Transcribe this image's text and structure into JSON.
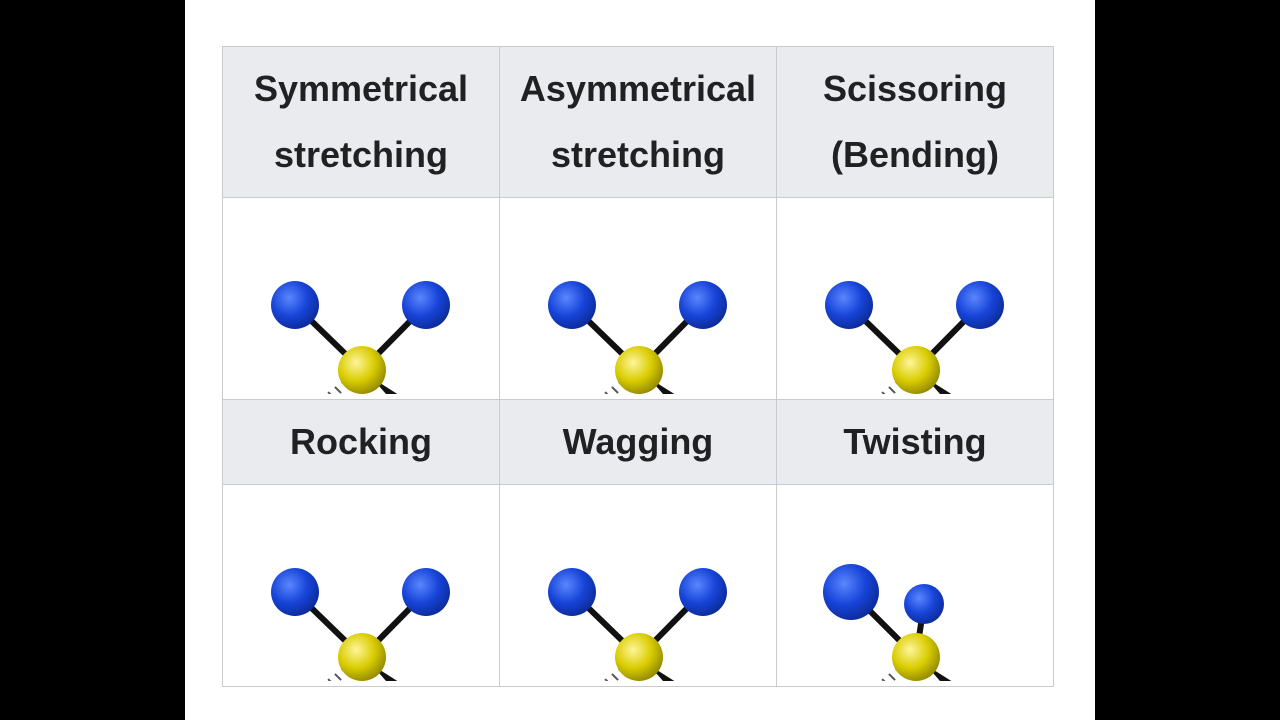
{
  "table": {
    "row1_headers": [
      {
        "line1": "Symmetrical",
        "line2": "stretching"
      },
      {
        "line1": "Asymmetrical",
        "line2": "stretching"
      },
      {
        "line1": "Scissoring",
        "line2": "(Bending)"
      }
    ],
    "row2_headers": [
      "Rocking",
      "Wagging",
      "Twisting"
    ]
  },
  "colors": {
    "outer_atom": "#1744d8",
    "center_atom": "#d9cc00",
    "bond": "#111111",
    "header_bg": "#e9ebee",
    "border": "#c8ccd1"
  },
  "molecules": [
    {
      "mode": "symmetrical-stretching"
    },
    {
      "mode": "asymmetrical-stretching"
    },
    {
      "mode": "scissoring"
    },
    {
      "mode": "rocking"
    },
    {
      "mode": "wagging"
    },
    {
      "mode": "twisting"
    }
  ]
}
